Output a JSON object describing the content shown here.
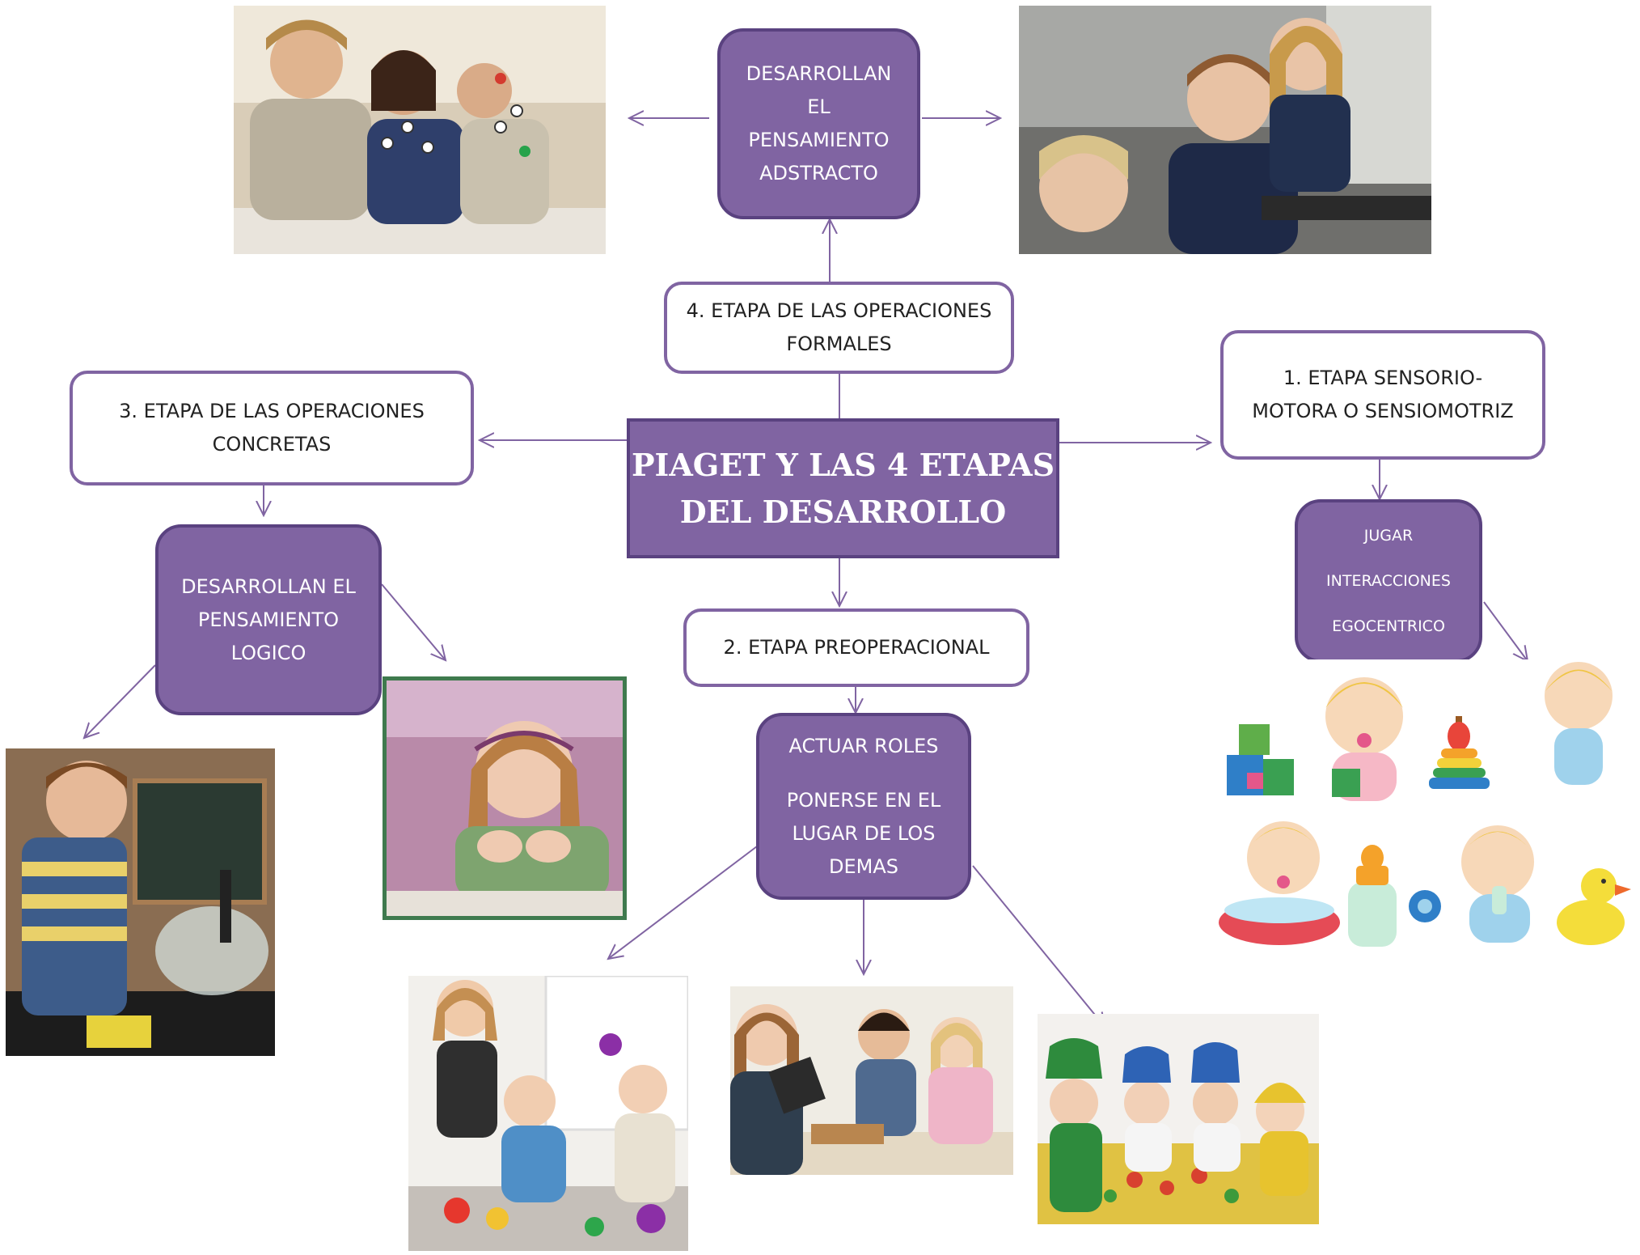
{
  "title": {
    "line1": "PIAGET Y LAS 4 ETAPAS",
    "line2": "DEL DESARROLLO"
  },
  "stages": {
    "stage1": {
      "line1": "1. ETAPA SENSORIO-",
      "line2": "MOTORA O SENSIOMOTRIZ"
    },
    "stage2": {
      "line1": "2. ETAPA PREOPERACIONAL"
    },
    "stage3": {
      "line1": "3. ETAPA DE LAS OPERACIONES",
      "line2": "CONCRETAS"
    },
    "stage4": {
      "line1": "4. ETAPA DE LAS OPERACIONES",
      "line2": "FORMALES"
    }
  },
  "details": {
    "stage1": {
      "items": [
        "JUGAR",
        "INTERACCIONES",
        "EGOCENTRICO"
      ]
    },
    "stage2": {
      "line1": "ACTUAR ROLES",
      "line2": "PONERSE EN EL",
      "line3": "LUGAR DE LOS",
      "line4": "DEMAS"
    },
    "stage3": {
      "line1": "DESARROLLAN EL",
      "line2": "PENSAMIENTO",
      "line3": "LOGICO"
    },
    "stage4": {
      "line1": "DESARROLLAN",
      "line2": "EL",
      "line3": "PENSAMIENTO",
      "line4": "ADSTRACTO"
    }
  },
  "colors": {
    "accent": "#8064A2",
    "accent_dark": "#5a4280",
    "arrow": "#8064A2",
    "frame": "#3f7a4e"
  }
}
